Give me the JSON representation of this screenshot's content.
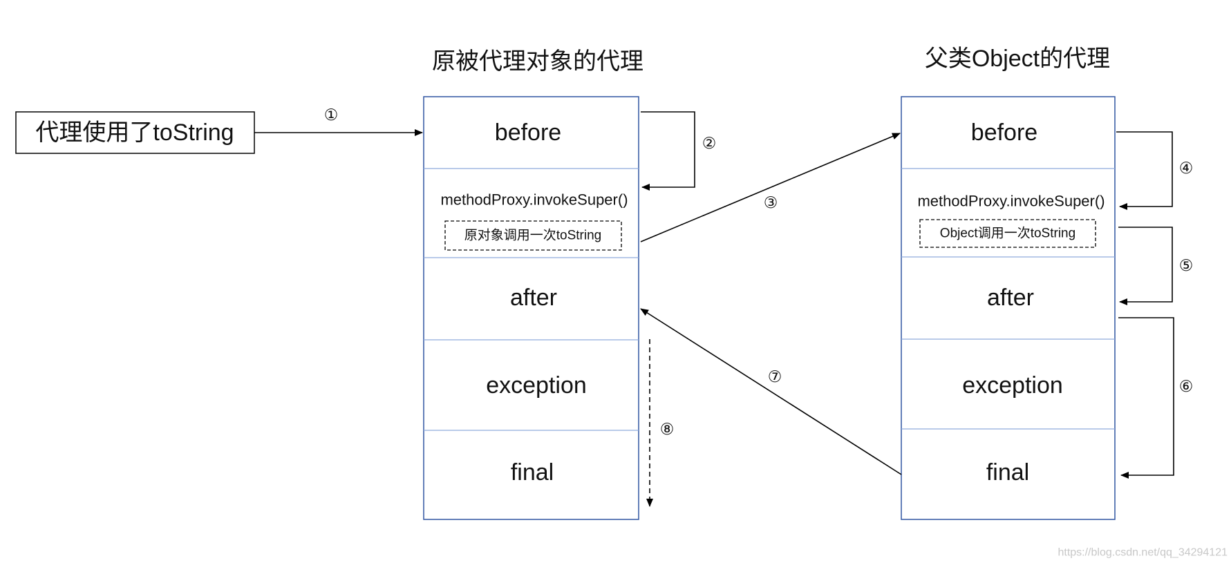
{
  "titles": {
    "left": "原被代理对象的代理",
    "right": "父类Object的代理"
  },
  "caller": {
    "label": "代理使用了toString"
  },
  "left_proxy": {
    "before": "before",
    "invoke": "methodProxy.invokeSuper()",
    "note": "原对象调用一次toString",
    "after": "after",
    "exception": "exception",
    "final": "final"
  },
  "right_proxy": {
    "before": "before",
    "invoke": "methodProxy.invokeSuper()",
    "note": "Object调用一次toString",
    "after": "after",
    "exception": "exception",
    "final": "final"
  },
  "steps": [
    "①",
    "②",
    "③",
    "④",
    "⑤",
    "⑥",
    "⑦",
    "⑧"
  ],
  "watermark": "https://blog.csdn.net/qq_34294121",
  "colors": {
    "column_border": "#2e54a1",
    "row_divider": "#8faadc",
    "arrow": "#000000",
    "watermark": "#c8c8c8"
  }
}
